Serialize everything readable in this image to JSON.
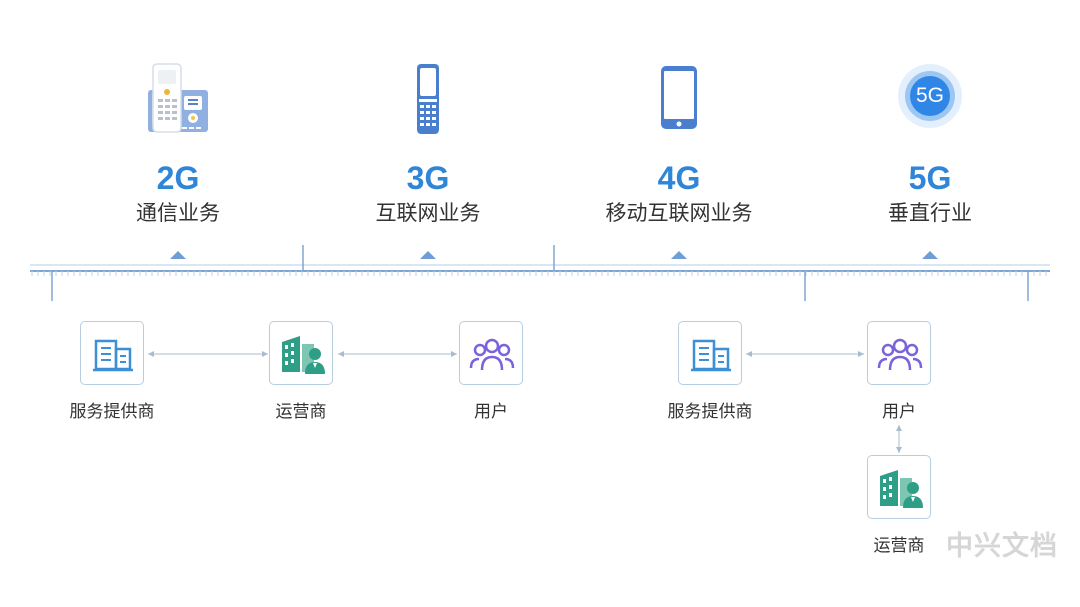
{
  "generations": [
    {
      "code": "2G",
      "desc": "通信业务",
      "icon": "desk-phone-icon"
    },
    {
      "code": "3G",
      "desc": "互联网业务",
      "icon": "feature-phone-icon"
    },
    {
      "code": "4G",
      "desc": "移动互联网业务",
      "icon": "smartphone-icon"
    },
    {
      "code": "5G",
      "desc": "垂直行业",
      "icon": "5g-badge-icon",
      "badge": "5G"
    }
  ],
  "actors": {
    "service_provider": "服务提供商",
    "operator": "运营商",
    "user": "用户"
  },
  "watermark": "中兴文档",
  "colors": {
    "accent_blue": "#2f86d6",
    "operator_green": "#2e9e86",
    "user_purple": "#7b63d9",
    "timeline": "#7fa6d0"
  }
}
